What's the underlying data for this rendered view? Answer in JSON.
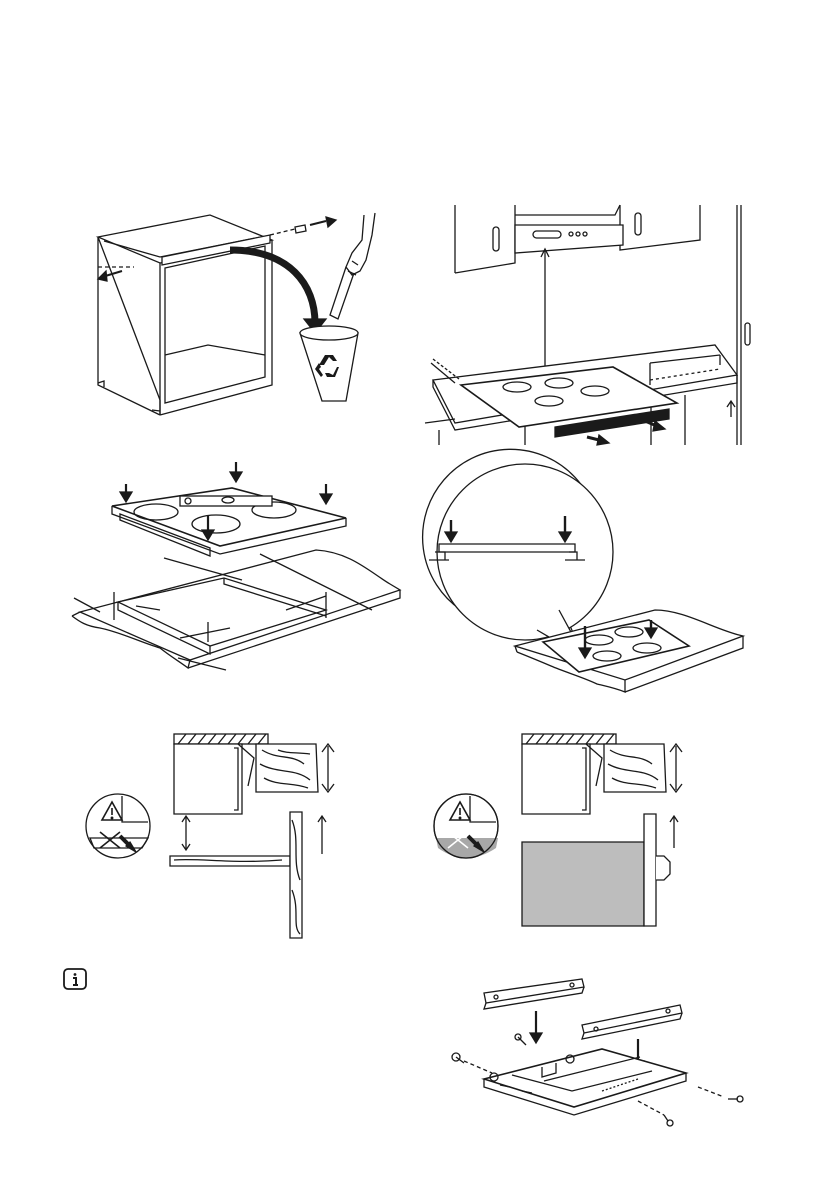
{
  "page": {
    "figures": [
      {
        "id": "cabinet-remove-crossbar",
        "icon": "recycle-icon"
      },
      {
        "id": "hood-and-hob-clearances"
      },
      {
        "id": "worktop-cutout-and-levelling"
      },
      {
        "id": "hob-seal-press-detail"
      },
      {
        "id": "drawer-below-hob-warning",
        "icon": "warning-icon"
      },
      {
        "id": "oven-below-hob-warning",
        "icon": "warning-icon"
      },
      {
        "id": "mounting-brackets-fitting"
      }
    ],
    "info_note": {
      "icon": "info-icon"
    },
    "colors": {
      "line": "#1a1a1a",
      "fill_dark": "#1a1a1a",
      "oven_fill": "#bdbdbd",
      "paper": "#ffffff"
    }
  }
}
